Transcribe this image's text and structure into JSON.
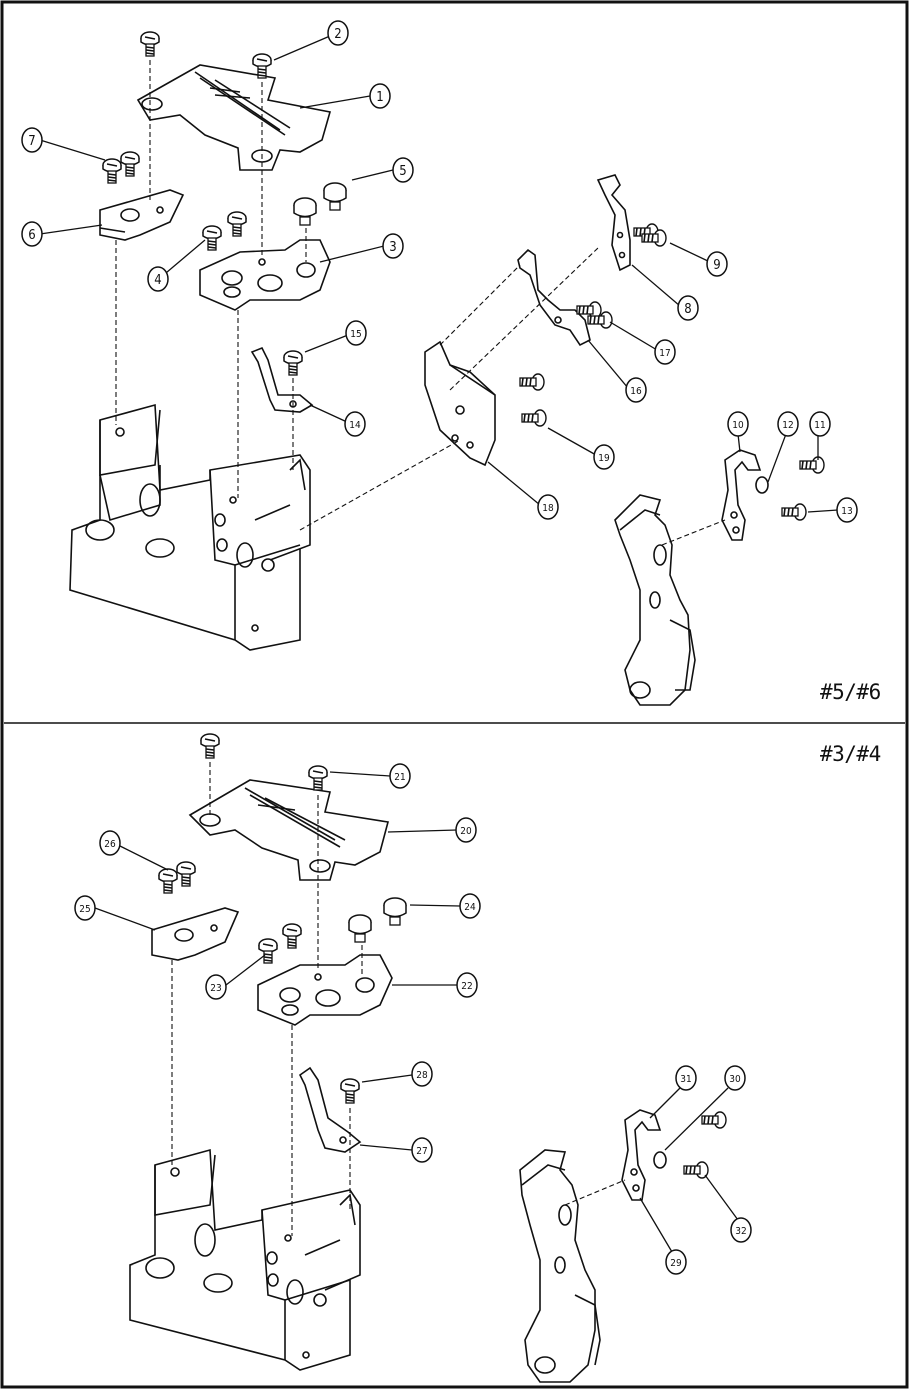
{
  "sections": {
    "top": {
      "label": "#5/#6"
    },
    "bottom": {
      "label": "#3/#4"
    }
  },
  "callouts": {
    "c1": "1",
    "c2": "2",
    "c3": "3",
    "c4": "4",
    "c5": "5",
    "c6": "6",
    "c7": "7",
    "c8": "8",
    "c9": "9",
    "c10": "10",
    "c11": "11",
    "c12": "12",
    "c13": "13",
    "c14": "14",
    "c15": "15",
    "c16": "16",
    "c17": "17",
    "c18": "18",
    "c19": "19",
    "c20": "20",
    "c21": "21",
    "c22": "22",
    "c23": "23",
    "c24": "24",
    "c25": "25",
    "c26": "26",
    "c27": "27",
    "c28": "28",
    "c29": "29",
    "c30": "30",
    "c31": "31",
    "c32": "32"
  },
  "colors": {
    "line": "#111111",
    "background": "#ffffff"
  }
}
